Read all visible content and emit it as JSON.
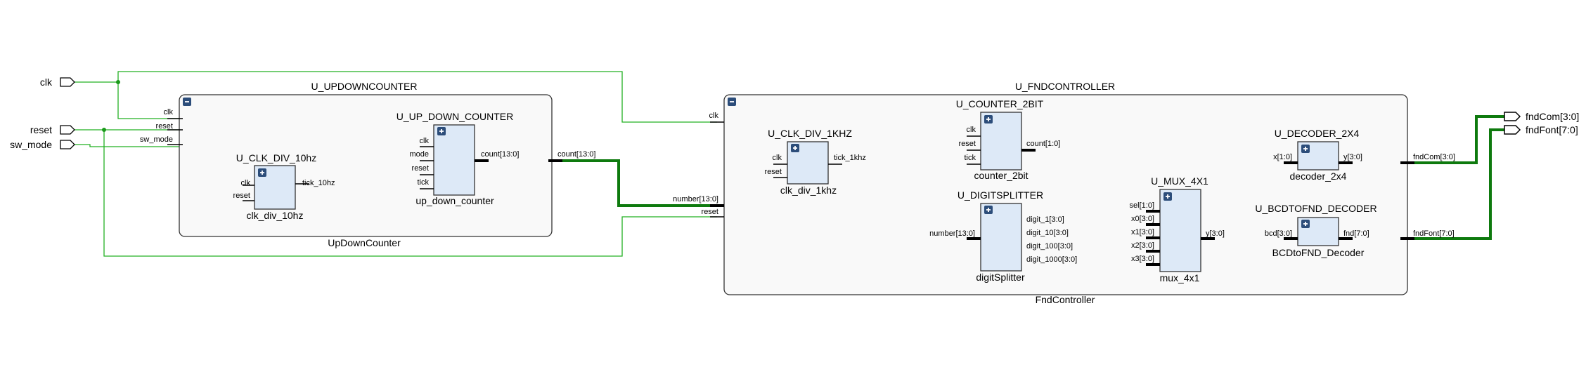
{
  "top_ports": {
    "clk": "clk",
    "reset": "reset",
    "sw_mode": "sw_mode",
    "fndCom": "fndCom[3:0]",
    "fndFont": "fndFont[7:0]"
  },
  "updown": {
    "instance": "U_UPDOWNCOUNTER",
    "module": "UpDownCounter",
    "pins": {
      "clk": "clk",
      "reset": "reset",
      "sw_mode": "sw_mode",
      "count": "count[13:0]"
    },
    "clkdiv": {
      "instance": "U_CLK_DIV_10hz",
      "module": "clk_div_10hz",
      "pins": {
        "clk": "clk",
        "reset": "reset",
        "tick": "tick_10hz"
      }
    },
    "counter": {
      "instance": "U_UP_DOWN_COUNTER",
      "module": "up_down_counter",
      "pins": {
        "clk": "clk",
        "mode": "mode",
        "reset": "reset",
        "tick": "tick",
        "count": "count[13:0]"
      }
    }
  },
  "fnd": {
    "instance": "U_FNDCONTROLLER",
    "module": "FndController",
    "pins": {
      "clk": "clk",
      "number": "number[13:0]",
      "reset": "reset"
    },
    "clkdiv": {
      "instance": "U_CLK_DIV_1KHZ",
      "module": "clk_div_1khz",
      "pins": {
        "clk": "clk",
        "reset": "reset",
        "tick": "tick_1khz"
      }
    },
    "counter2": {
      "instance": "U_COUNTER_2BIT",
      "module": "counter_2bit",
      "pins": {
        "clk": "clk",
        "reset": "reset",
        "tick": "tick",
        "count": "count[1:0]"
      }
    },
    "splitter": {
      "instance": "U_DIGITSPLITTER",
      "module": "digitSplitter",
      "pins": {
        "number": "number[13:0]",
        "d1": "digit_1[3:0]",
        "d10": "digit_10[3:0]",
        "d100": "digit_100[3:0]",
        "d1000": "digit_1000[3:0]"
      }
    },
    "mux": {
      "instance": "U_MUX_4X1",
      "module": "mux_4x1",
      "pins": {
        "sel": "sel[1:0]",
        "x0": "x0[3:0]",
        "x1": "x1[3:0]",
        "x2": "x2[3:0]",
        "x3": "x3[3:0]",
        "y": "y[3:0]"
      }
    },
    "decoder": {
      "instance": "U_DECODER_2X4",
      "module": "decoder_2x4",
      "pins": {
        "x": "x[1:0]",
        "y": "y[3:0]"
      }
    },
    "bcd": {
      "instance": "U_BCDTOFND_DECODER",
      "module": "BCDtoFND_Decoder",
      "pins": {
        "bcd": "bcd[3:0]",
        "fnd": "fnd[7:0]"
      }
    },
    "out_pins": {
      "fndCom": "fndCom[3:0]",
      "fndFont": "fndFont[7:0]"
    }
  },
  "icons": {
    "collapse": "minus-icon",
    "expand": "plus-icon"
  },
  "colors": {
    "wire": "#22b022",
    "bus": "#0e7a0e",
    "hier_fill": "#f9f9f9",
    "cell_fill": "#dde9f7"
  }
}
